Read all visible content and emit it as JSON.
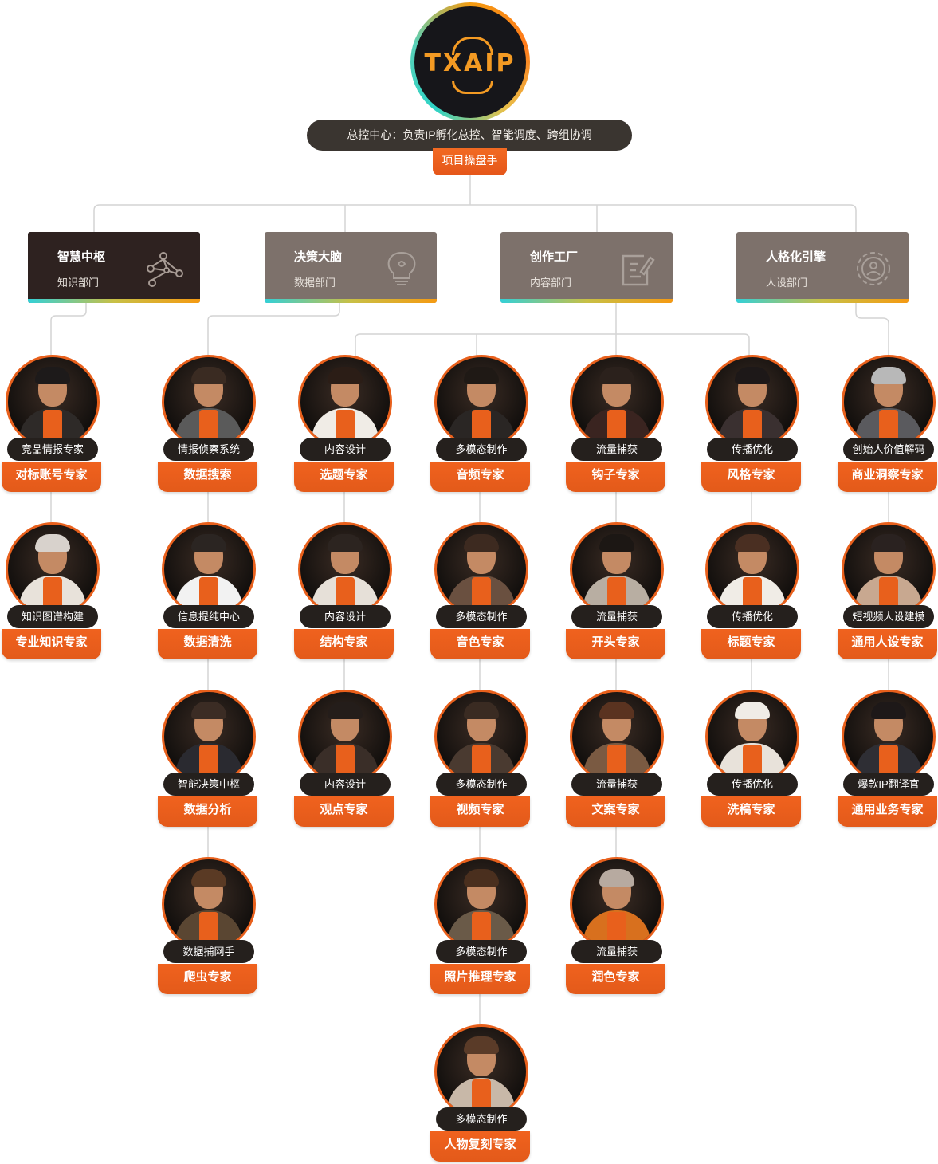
{
  "logo": {
    "text": "TXAIP"
  },
  "control_center": {
    "text": "总控中心：负责IP孵化总控、智能调度、跨组协调",
    "tag": "项目操盘手"
  },
  "departments": [
    {
      "name": "智慧中枢",
      "sub": "知识部门",
      "icon": "network-graph-icon"
    },
    {
      "name": "决策大脑",
      "sub": "数据部门",
      "icon": "lightbulb-brain-icon"
    },
    {
      "name": "创作工厂",
      "sub": "内容部门",
      "icon": "edit-document-icon"
    },
    {
      "name": "人格化引擎",
      "sub": "人设部门",
      "icon": "gear-person-icon"
    }
  ],
  "experts": [
    {
      "role": "竞品情报专家",
      "title": "对标账号专家"
    },
    {
      "role": "知识图谱构建",
      "title": "专业知识专家"
    },
    {
      "role": "情报侦察系统",
      "title": "数据搜索"
    },
    {
      "role": "信息提纯中心",
      "title": "数据清洗"
    },
    {
      "role": "智能决策中枢",
      "title": "数据分析"
    },
    {
      "role": "数据捕网手",
      "title": "爬虫专家"
    },
    {
      "role": "内容设计",
      "title": "选题专家"
    },
    {
      "role": "内容设计",
      "title": "结构专家"
    },
    {
      "role": "内容设计",
      "title": "观点专家"
    },
    {
      "role": "多模态制作",
      "title": "音频专家"
    },
    {
      "role": "多模态制作",
      "title": "音色专家"
    },
    {
      "role": "多模态制作",
      "title": "视频专家"
    },
    {
      "role": "多模态制作",
      "title": "照片推理专家"
    },
    {
      "role": "多模态制作",
      "title": "人物复刻专家"
    },
    {
      "role": "流量捕获",
      "title": "钩子专家"
    },
    {
      "role": "流量捕获",
      "title": "开头专家"
    },
    {
      "role": "流量捕获",
      "title": "文案专家"
    },
    {
      "role": "流量捕获",
      "title": "润色专家"
    },
    {
      "role": "传播优化",
      "title": "风格专家"
    },
    {
      "role": "传播优化",
      "title": "标题专家"
    },
    {
      "role": "传播优化",
      "title": "洗稿专家"
    },
    {
      "role": "创始人价值解码",
      "title": "商业洞察专家"
    },
    {
      "role": "短视频人设建模",
      "title": "通用人设专家"
    },
    {
      "role": "爆款IP翻译官",
      "title": "通用业务专家"
    }
  ],
  "colors": {
    "accent": "#e8601c",
    "dark_pill": "#25201d",
    "dept_dark": "#2e2220",
    "dept_gray": "#7d716b"
  }
}
